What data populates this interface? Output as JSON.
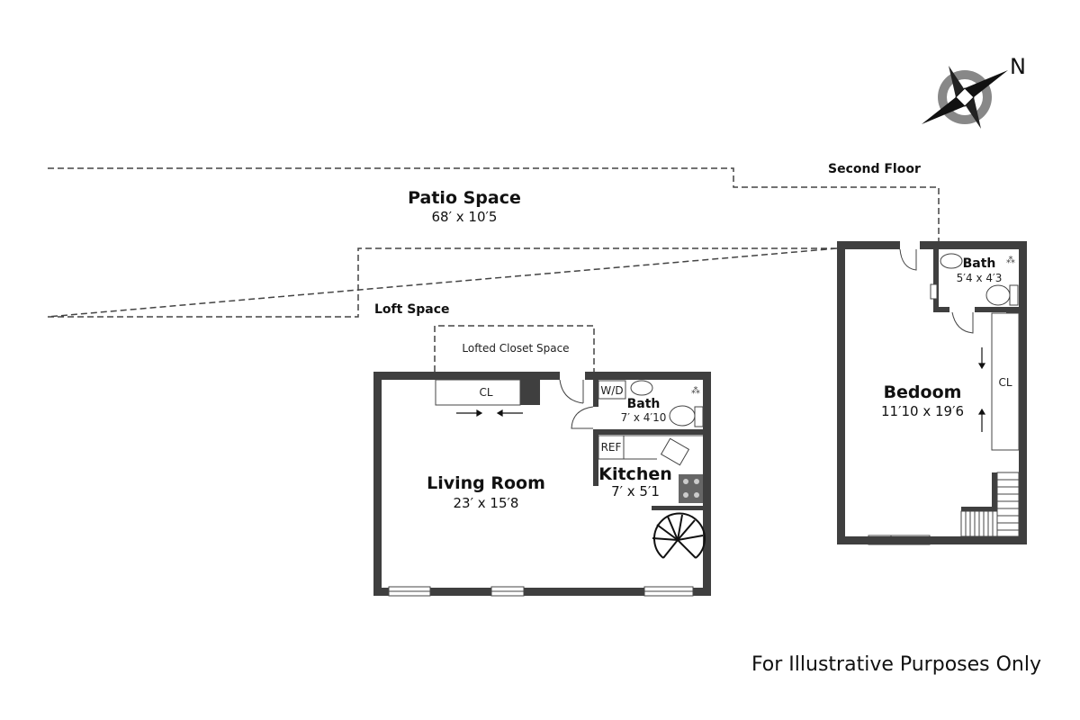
{
  "compass": {
    "label": "N"
  },
  "labels": {
    "second_floor": "Second Floor",
    "loft_space": "Loft Space",
    "lofted_closet": "Lofted Closet Space"
  },
  "rooms": {
    "patio": {
      "name": "Patio Space",
      "dims": "68′ x 10′5"
    },
    "living": {
      "name": "Living Room",
      "dims": "23′ x 15′8"
    },
    "kitchen": {
      "name": "Kitchen",
      "dims": "7′ x 5′1"
    },
    "bath1": {
      "name": "Bath",
      "dims": "7′ x 4′10"
    },
    "bedroom": {
      "name": "Bedoom",
      "dims": "11′10 x 19′6"
    },
    "bath2": {
      "name": "Bath",
      "dims": "5′4 x 4′3"
    }
  },
  "fixtures": {
    "closet": "CL",
    "wd": "W/D",
    "ref": "REF",
    "closet2": "CL"
  },
  "disclaimer": "For Illustrative Purposes Only"
}
